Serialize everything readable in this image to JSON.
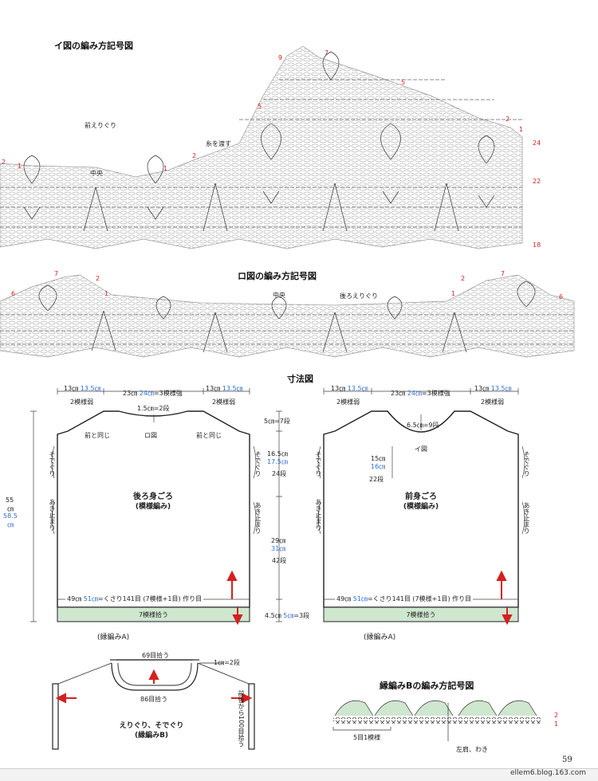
{
  "chart_i": {
    "title": "イ図の編み方記号図",
    "front_neck": "前えりぐり",
    "center": "中央",
    "pass_yarn": "糸を渡す",
    "rows": [
      "9",
      "7",
      "5",
      "5",
      "2",
      "2",
      "1",
      "24",
      "22",
      "18",
      "2",
      "1",
      "1"
    ]
  },
  "chart_ro": {
    "title": "ロ図の編み方記号図",
    "center": "中央",
    "back_neck": "後ろえりぐり",
    "rows": [
      "7",
      "2",
      "6",
      "2",
      "7",
      "1",
      "1",
      "6"
    ]
  },
  "dims": {
    "title": "寸法図",
    "back": {
      "top_left": "13㎝",
      "top_left_blue": "13.5㎝",
      "top_left_sub": "2模様弱",
      "top_mid": "23㎝",
      "top_mid_blue": "24㎝",
      "top_mid_rest": "=3模様強",
      "top_right": "13㎝",
      "top_right_blue": "13.5㎝",
      "top_right_sub": "2模様弱",
      "neck_depth": "1.5㎝=2段",
      "same_as_front_l": "前と同じ",
      "same_as_front_r": "前と同じ",
      "ro_fig": "ロ図",
      "armhole_l": "そでぐり",
      "armhole_r": "そでぐり",
      "side_open_l": "あき止まり",
      "side_open_r": "あき止まり",
      "name": "後ろ身ごろ",
      "sub": "(模様編み)",
      "height": "55",
      "height_unit": "㎝",
      "height_blue": "58.5",
      "height_blue_unit": "㎝",
      "bottom_49": "49㎝",
      "bottom_51": "51㎝",
      "bottom_rest": "=くさり141目 (7模様+1目) 作り目",
      "pickup": "7模様拾う",
      "edge": "(縁編みA)"
    },
    "rows_col": {
      "r1": "5㎝=7段",
      "r2": "16.5㎝",
      "r2_blue": "17.5㎝",
      "r2_sub": "24段",
      "r3": "29㎝",
      "r3_blue": "31㎝",
      "r3_sub": "42段",
      "r4": "4.5㎝",
      "r4_blue": "5㎝",
      "r4_rest": "=3段"
    },
    "front": {
      "top_left": "13㎝",
      "top_left_blue": "13.5㎝",
      "top_left_sub": "2模様弱",
      "top_mid": "23㎝",
      "top_mid_blue": "24㎝",
      "top_mid_rest": "=3模様強",
      "top_right": "13㎝",
      "top_right_blue": "13.5㎝",
      "top_right_sub": "2模様弱",
      "neck_depth": "6.5㎝=9段",
      "i_fig": "イ図",
      "neck_15": "15㎝",
      "neck_16": "16㎝",
      "neck_rows": "22段",
      "armhole_l": "そでぐり",
      "armhole_r": "そでぐり",
      "side_open_l": "あき止まり",
      "side_open_r": "あき止まり",
      "name": "前身ごろ",
      "sub": "(模様編み)",
      "bottom_49": "49㎝",
      "bottom_51": "51㎝",
      "bottom_rest": "=くさり141目 (7模様+1目) 作り目",
      "pickup": "7模様拾う",
      "edge": "(縁編みA)"
    }
  },
  "collar": {
    "top": "69目拾う",
    "bottom": "86目拾う",
    "width": "1㎝=2段",
    "sides": "前後から100目拾う",
    "name": "えりぐり、そでぐり",
    "sub": "(縁編みB)"
  },
  "edge_b": {
    "title": "縁編みBの編み方記号図",
    "repeat": "5目1模様",
    "note": "左肩、わき",
    "row2": "2",
    "row1": "1"
  },
  "footer": {
    "page_number": "59",
    "watermark": "ellem6.blog.163.com"
  },
  "colors": {
    "red": "#d42020",
    "blue": "#2f6fd0",
    "band": "#cfe6cf"
  }
}
